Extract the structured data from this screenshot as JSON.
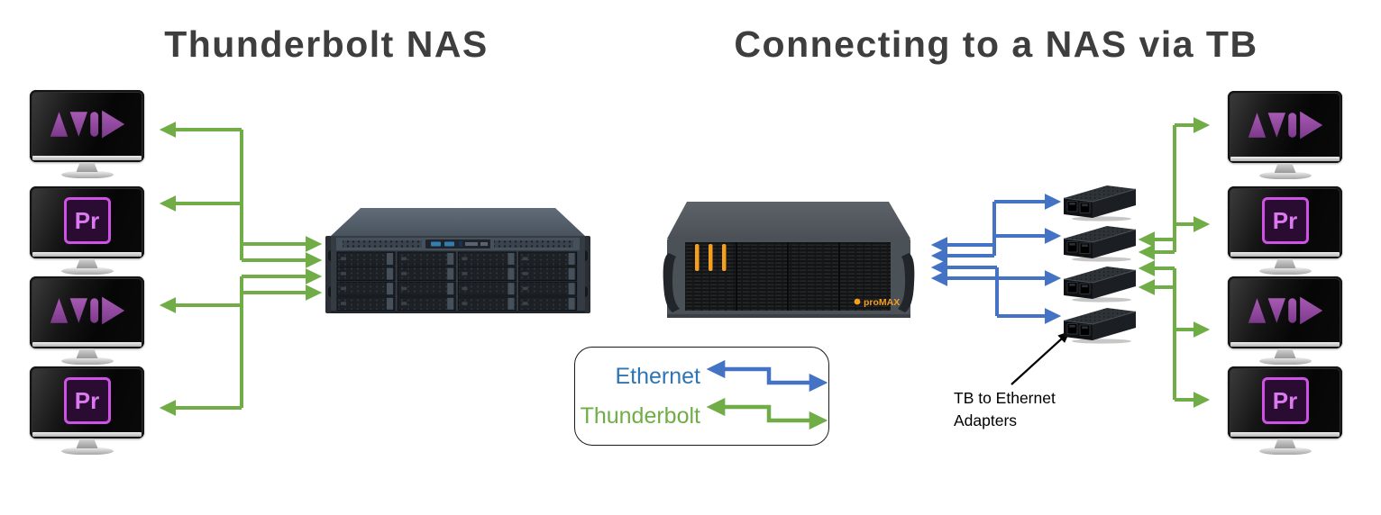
{
  "titles": {
    "left": "Thunderbolt NAS",
    "right": "Connecting to a NAS via TB"
  },
  "legend": {
    "items": [
      {
        "label": "Ethernet",
        "text_color": "#2E75B6",
        "line_color": "#4472C4"
      },
      {
        "label": "Thunderbolt",
        "text_color": "#70AD47",
        "line_color": "#70AD47"
      }
    ]
  },
  "annotations": {
    "adapter_label": {
      "line1": "TB to Ethernet",
      "line2": "Adapters"
    }
  },
  "devices": {
    "left_workstations": [
      "avid",
      "premiere",
      "avid",
      "premiere"
    ],
    "right_workstations": [
      "avid",
      "premiere",
      "avid",
      "premiere"
    ],
    "premiere_abbr": "Pr",
    "server_brand": "proMAX",
    "adapter_count": 4,
    "left_nas_drive_bays": 16
  },
  "connections": {
    "left_diagram": {
      "line_type": "Thunderbolt",
      "between": [
        "workstations",
        "NAS"
      ],
      "bidirectional": true,
      "links": 4
    },
    "right_diagram_server_to_adapters": {
      "line_type": "Ethernet",
      "between": [
        "NAS server",
        "TB to Ethernet Adapters"
      ],
      "bidirectional": true,
      "links": 4
    },
    "right_diagram_adapters_to_workstations": {
      "line_type": "Thunderbolt",
      "between": [
        "TB to Ethernet Adapters",
        "workstations"
      ],
      "bidirectional": true,
      "links": 4
    }
  },
  "colors": {
    "ethernet_line": "#4472C4",
    "thunderbolt_line": "#70AD47",
    "title_text": "#3E3E3E",
    "server_accent_orange": "#F49F1F"
  }
}
